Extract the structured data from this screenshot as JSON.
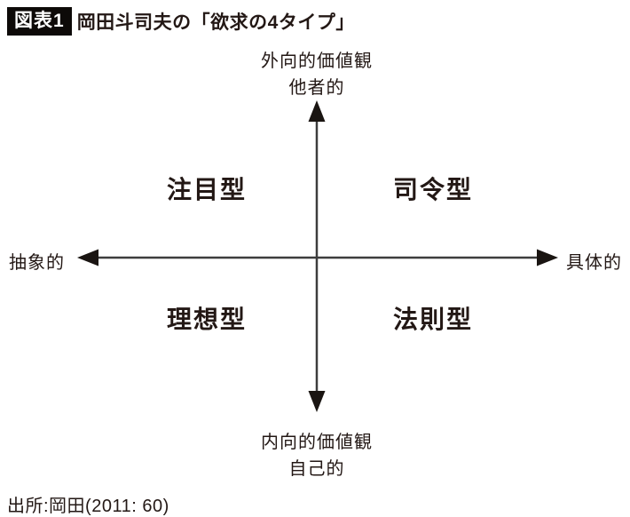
{
  "figure": {
    "tag": "図表1",
    "title": "岡田斗司夫の「欲求の4タイプ」"
  },
  "diagram": {
    "axis_top": {
      "line1": "外向的価値観",
      "line2": "他者的"
    },
    "axis_bottom": {
      "line1": "内向的価値観",
      "line2": "自己的"
    },
    "axis_left": "抽象的",
    "axis_right": "具体的",
    "quadrants": {
      "top_left": "注目型",
      "top_right": "司令型",
      "bottom_left": "理想型",
      "bottom_right": "法則型"
    }
  },
  "source": "出所:岡田(2011: 60)",
  "colors": {
    "ink": "#231815",
    "tag_background": "#0d0a08",
    "tag_text": "#ffffff",
    "axis_line": "#3d3d3d",
    "background": "#ffffff"
  }
}
